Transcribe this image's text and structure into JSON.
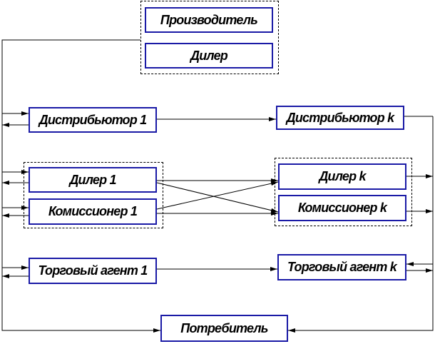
{
  "diagram": {
    "title": "Каналы распределения",
    "colors": {
      "box_border": "#1a1aa6",
      "line": "#000000",
      "background": "#ffffff"
    },
    "nodes": {
      "producer": "Производитель",
      "dealer_top": "Дилер",
      "distributor_1": "Дистрибьютор 1",
      "distributor_k": "Дистрибьютор k",
      "dealer_1": "Дилер 1",
      "commissioner_1": "Комиссионер 1",
      "dealer_k": "Дилер k",
      "commissioner_k": "Комиссионер k",
      "agent_1": "Торговый агент 1",
      "agent_k": "Торговый агент k",
      "consumer": "Потребитель"
    }
  }
}
